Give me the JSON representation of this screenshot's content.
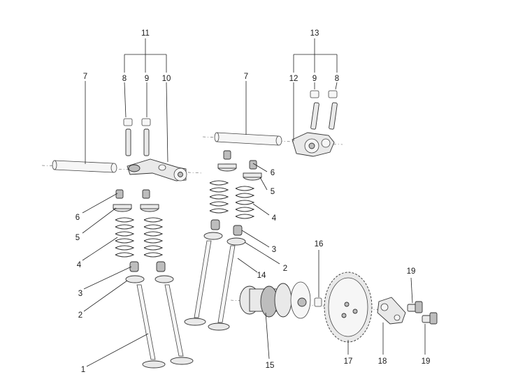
{
  "callouts": {
    "c1": "1",
    "c2_left": "2",
    "c2_right": "2",
    "c3_left": "3",
    "c3_right": "3",
    "c4_left": "4",
    "c4_right": "4",
    "c5_left": "5",
    "c5_right": "5",
    "c6_left": "6",
    "c6_right": "6",
    "c7_left": "7",
    "c7_right": "7",
    "c8_left": "8",
    "c8_right": "8",
    "c9_left": "9",
    "c9_right": "9",
    "c10": "10",
    "c11": "11",
    "c12": "12",
    "c13": "13",
    "c14": "14",
    "c15": "15",
    "c16": "16",
    "c17": "17",
    "c18": "18",
    "c19_top": "19",
    "c19_bottom": "19"
  }
}
